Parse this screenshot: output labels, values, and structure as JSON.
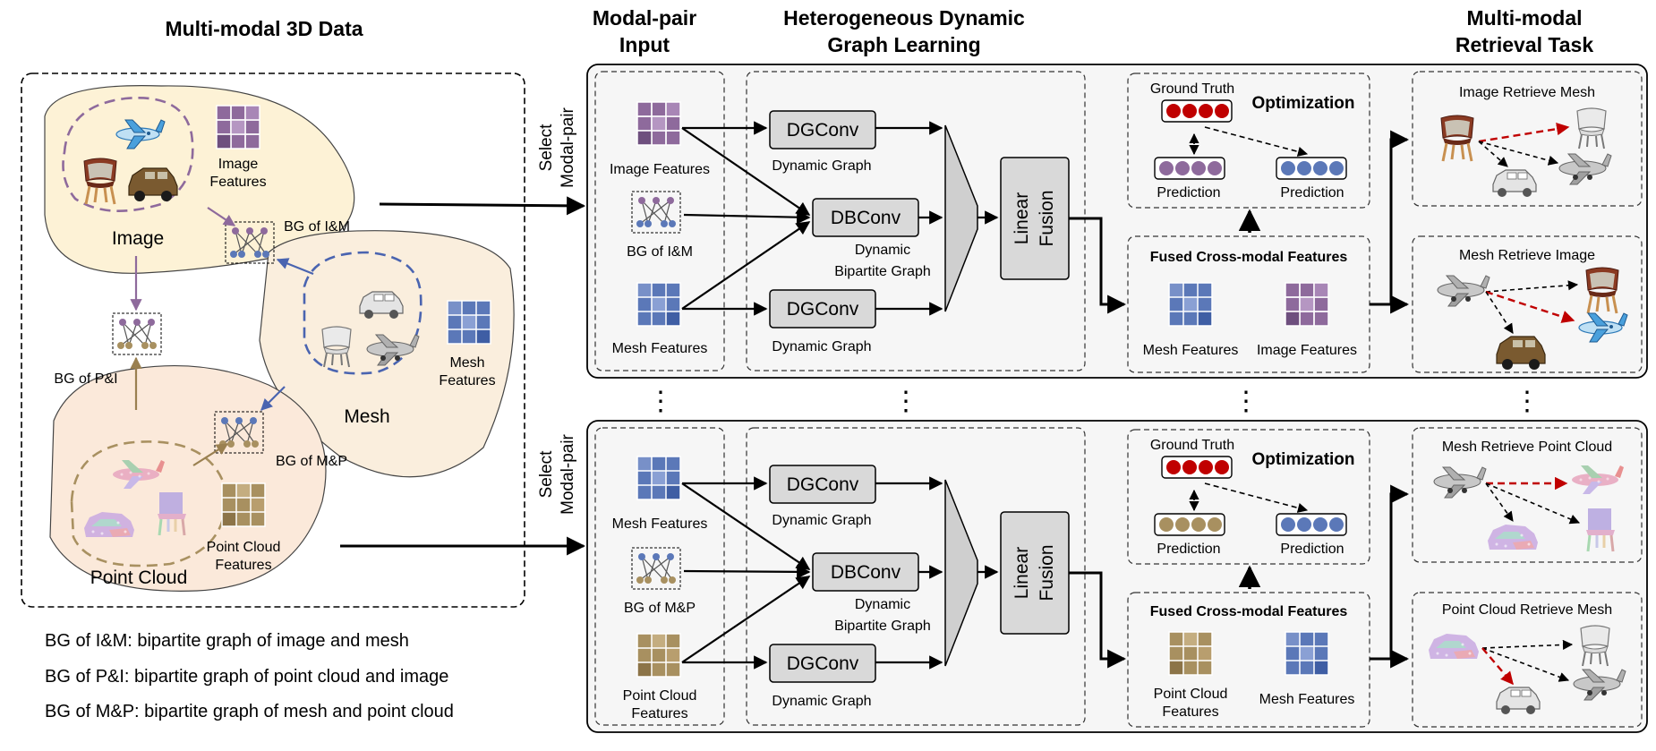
{
  "titles": {
    "data3d": "Multi-modal 3D Data",
    "pair_input": [
      "Modal-pair",
      "Input"
    ],
    "hdgl": [
      "Heterogeneous Dynamic",
      "Graph Learning"
    ],
    "retrieval": [
      "Multi-modal",
      "Retrieval Task"
    ]
  },
  "left": {
    "image": "Image",
    "mesh": "Mesh",
    "point_cloud": "Point Cloud",
    "image_features": [
      "Image",
      "Features"
    ],
    "mesh_features": [
      "Mesh",
      "Features"
    ],
    "pc_features": [
      "Point Cloud",
      "Features"
    ],
    "bg_im": "BG of I&M",
    "bg_pi": "BG of P&I",
    "bg_mp": "BG of M&P"
  },
  "legend": [
    "BG of I&M: bipartite graph of image and mesh",
    "BG of P&I: bipartite graph of point cloud and image",
    "BG of M&P: bipartite graph of mesh and point cloud"
  ],
  "select": [
    "Select",
    "Modal-pair"
  ],
  "panels": [
    {
      "inputs": [
        "Image Features",
        "BG of I&M",
        "Mesh Features"
      ],
      "conv": [
        "DGConv",
        "DBConv",
        "DGConv"
      ],
      "conv_labels": [
        "Dynamic Graph",
        "Dynamic",
        "Bipartite Graph",
        "Dynamic Graph"
      ],
      "fusion": [
        "Linear",
        "Fusion"
      ],
      "ground_truth": "Ground Truth",
      "optimization": "Optimization",
      "predictions": [
        "Prediction",
        "Prediction"
      ],
      "fused_title": "Fused Cross-modal Features",
      "fused_labels": [
        "Mesh Features",
        "Image Features"
      ],
      "tasks": [
        "Image Retrieve Mesh",
        "Mesh Retrieve Image"
      ]
    },
    {
      "inputs": [
        "Mesh Features",
        "BG of M&P",
        "Point Cloud",
        "Features"
      ],
      "conv": [
        "DGConv",
        "DBConv",
        "DGConv"
      ],
      "conv_labels": [
        "Dynamic Graph",
        "Dynamic",
        "Bipartite Graph",
        "Dynamic Graph"
      ],
      "fusion": [
        "Linear",
        "Fusion"
      ],
      "ground_truth": "Ground Truth",
      "optimization": "Optimization",
      "predictions": [
        "Prediction",
        "Prediction"
      ],
      "fused_title": "Fused Cross-modal Features",
      "fused_labels": [
        "Point Cloud",
        "Features",
        "Mesh Features"
      ],
      "tasks": [
        "Mesh Retrieve Point Cloud",
        "Point Cloud Retrieve Mesh"
      ]
    }
  ],
  "ellipsis": "⋮",
  "colors": {
    "image": "#8e6a9c",
    "mesh": "#5b78b8",
    "pointcloud": "#a89060",
    "red": "#c00000",
    "panel_bg": "#f6f6f6",
    "conv_box": "#d9d9d9"
  }
}
